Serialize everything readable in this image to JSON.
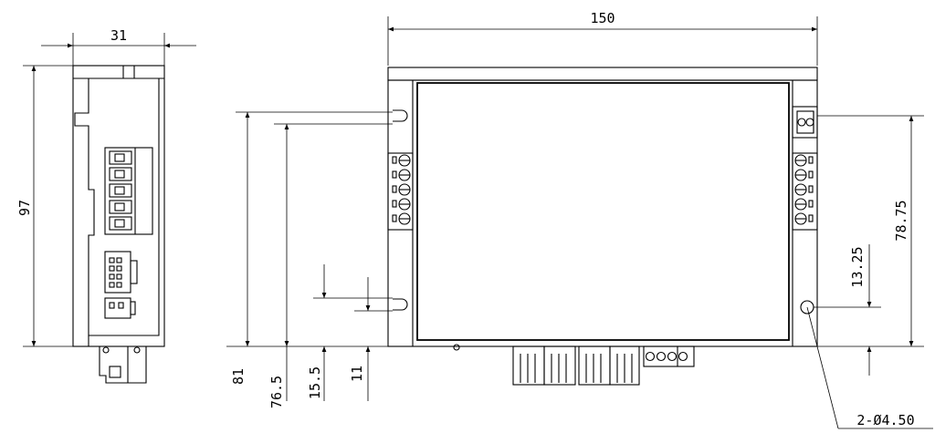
{
  "dimensions": {
    "side_width": "31",
    "side_height": "97",
    "front_width": "150",
    "h_81": "81",
    "h_76_5": "76.5",
    "h_15_5": "15.5",
    "h_11": "11",
    "h_13_25": "13.25",
    "h_78_75": "78.75",
    "hole_callout": "2-Ø4.50"
  }
}
